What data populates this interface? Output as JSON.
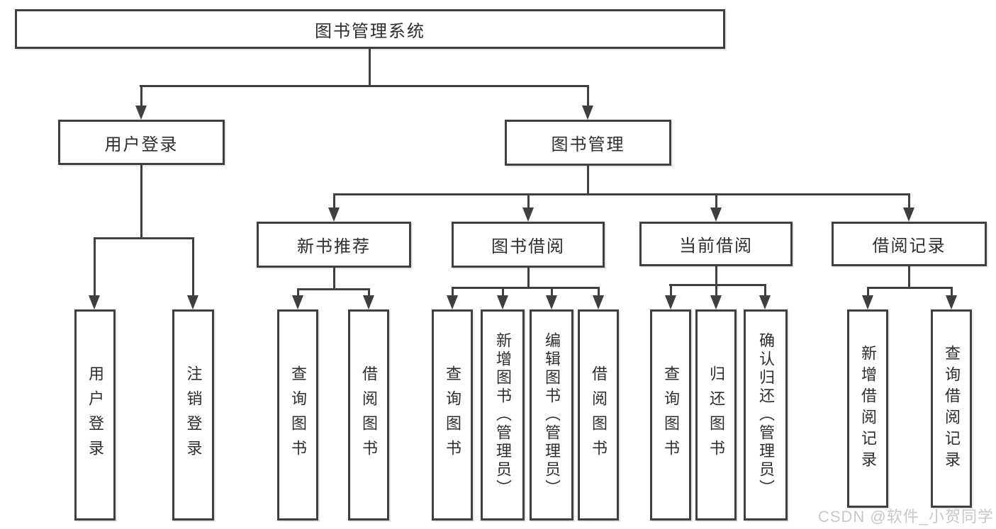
{
  "colors": {
    "line": "#3f3f3f",
    "box_border": "#3f3f3f",
    "text": "#2e2e2e",
    "watermark": "#c8c8c8",
    "background": "#ffffff"
  },
  "watermark": {
    "text": "CSDN @软件_小贺同学"
  },
  "tree": {
    "root": {
      "label": "图书管理系统",
      "children": [
        {
          "label": "用户登录",
          "children": [
            {
              "label": "用户登录"
            },
            {
              "label": "注销登录"
            }
          ]
        },
        {
          "label": "图书管理",
          "children": [
            {
              "label": "新书推荐",
              "children": [
                {
                  "label": "查询图书"
                },
                {
                  "label": "借阅图书"
                }
              ]
            },
            {
              "label": "图书借阅",
              "children": [
                {
                  "label": "查询图书"
                },
                {
                  "label": "新增图书（管理员）"
                },
                {
                  "label": "编辑图书（管理员）"
                },
                {
                  "label": "借阅图书"
                }
              ]
            },
            {
              "label": "当前借阅",
              "children": [
                {
                  "label": "查询图书"
                },
                {
                  "label": "归还图书"
                },
                {
                  "label": "确认归还（管理员）"
                }
              ]
            },
            {
              "label": "借阅记录",
              "children": [
                {
                  "label": "新增借阅记录"
                },
                {
                  "label": "查询借阅记录"
                }
              ]
            }
          ]
        }
      ]
    }
  }
}
